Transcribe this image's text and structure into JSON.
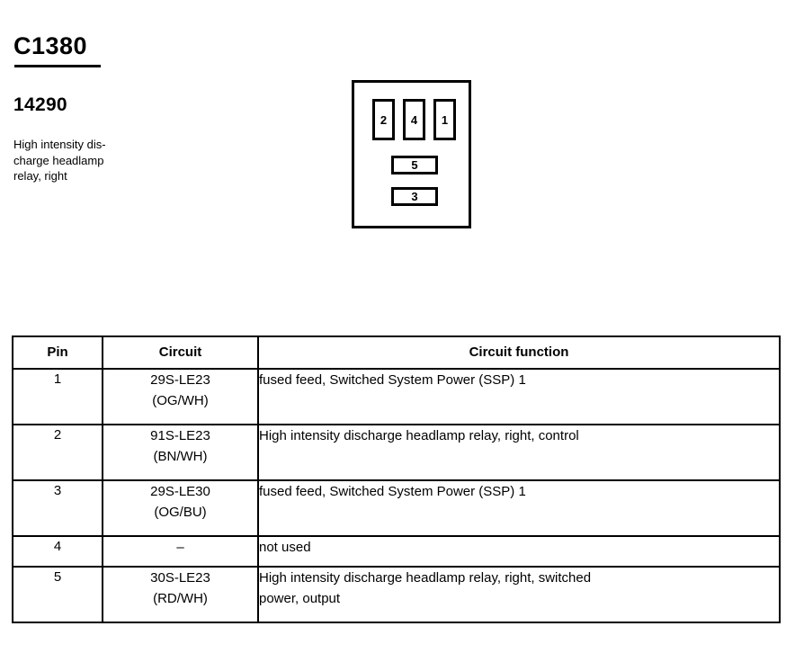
{
  "header": {
    "connector_id": "C1380",
    "part_number": "14290",
    "description_lines": [
      "High intensity dis-",
      "charge headlamp",
      "relay, right"
    ]
  },
  "connector_diagram": {
    "vertical_slots": [
      "2",
      "4",
      "1"
    ],
    "horizontal_slots": [
      "5",
      "3"
    ]
  },
  "table": {
    "headers": {
      "pin": "Pin",
      "circuit": "Circuit",
      "function": "Circuit function"
    },
    "rows": [
      {
        "pin": "1",
        "circuit_code": "29S-LE23",
        "circuit_color": "(OG/WH)",
        "function_lines": [
          "fused feed, Switched System Power (SSP) 1"
        ]
      },
      {
        "pin": "2",
        "circuit_code": "91S-LE23",
        "circuit_color": "(BN/WH)",
        "function_lines": [
          "High intensity discharge headlamp relay, right, control"
        ]
      },
      {
        "pin": "3",
        "circuit_code": "29S-LE30",
        "circuit_color": "(OG/BU)",
        "function_lines": [
          "fused feed, Switched System Power (SSP) 1"
        ]
      },
      {
        "pin": "4",
        "circuit_code": "–",
        "circuit_color": "",
        "function_lines": [
          "not used"
        ]
      },
      {
        "pin": "5",
        "circuit_code": "30S-LE23",
        "circuit_color": "(RD/WH)",
        "function_lines": [
          "High intensity discharge headlamp relay, right, switched",
          "power, output"
        ]
      }
    ]
  }
}
